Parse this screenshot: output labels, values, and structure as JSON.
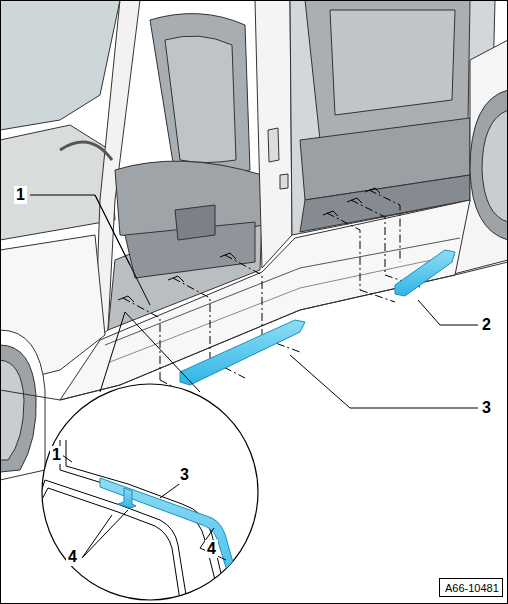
{
  "diagram": {
    "nodes": [
      {
        "text": [
          "A66-10481"
        ]
      }
    ],
    "labels": [
      "1",
      "2",
      "3",
      "1",
      "3",
      "4",
      "4"
    ]
  }
}
